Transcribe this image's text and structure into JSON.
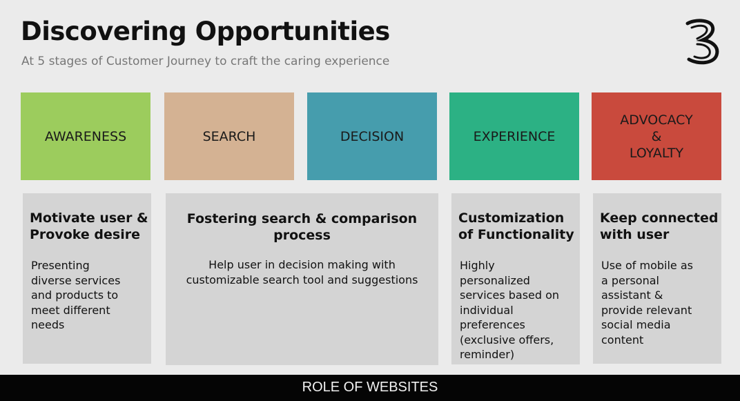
{
  "header": {
    "title": "Discovering Opportunities",
    "subtitle": "At 5 stages of Customer Journey to craft the caring experience"
  },
  "logo": {
    "icon": "three-logo-icon"
  },
  "stages": [
    {
      "label": "AWARENESS",
      "color": "#9ccc5d"
    },
    {
      "label": "SEARCH",
      "color": "#d4b293"
    },
    {
      "label": "DECISION",
      "color": "#469dad"
    },
    {
      "label": "EXPERIENCE",
      "color": "#2cb184"
    },
    {
      "line1": "ADVOCACY",
      "line2": "&",
      "line3": "LOYALTY",
      "color": "#c94a3d"
    }
  ],
  "cards": [
    {
      "heading_line1": "Motivate user &",
      "heading_line2": "Provoke desire",
      "body": [
        "Presenting",
        "diverse services",
        "and products to",
        "meet different",
        "needs"
      ]
    },
    {
      "heading_line1": "Fostering search & comparison",
      "heading_line2": "process",
      "body": [
        "Help user in decision making with",
        "customizable search tool and suggestions"
      ]
    },
    {
      "heading_line1": "Customization",
      "heading_line2": "of Functionality",
      "body": [
        "Highly",
        "personalized",
        "services based on",
        "individual",
        "preferences",
        "(exclusive offers,",
        "reminder)"
      ]
    },
    {
      "heading_line1": "Keep connected",
      "heading_line2": "with user",
      "body": [
        "Use of mobile as",
        "a personal",
        "assistant &",
        "provide relevant",
        "social media",
        "content"
      ]
    }
  ],
  "footer": {
    "label": "ROLE OF WEBSITES",
    "color": "#050505"
  }
}
